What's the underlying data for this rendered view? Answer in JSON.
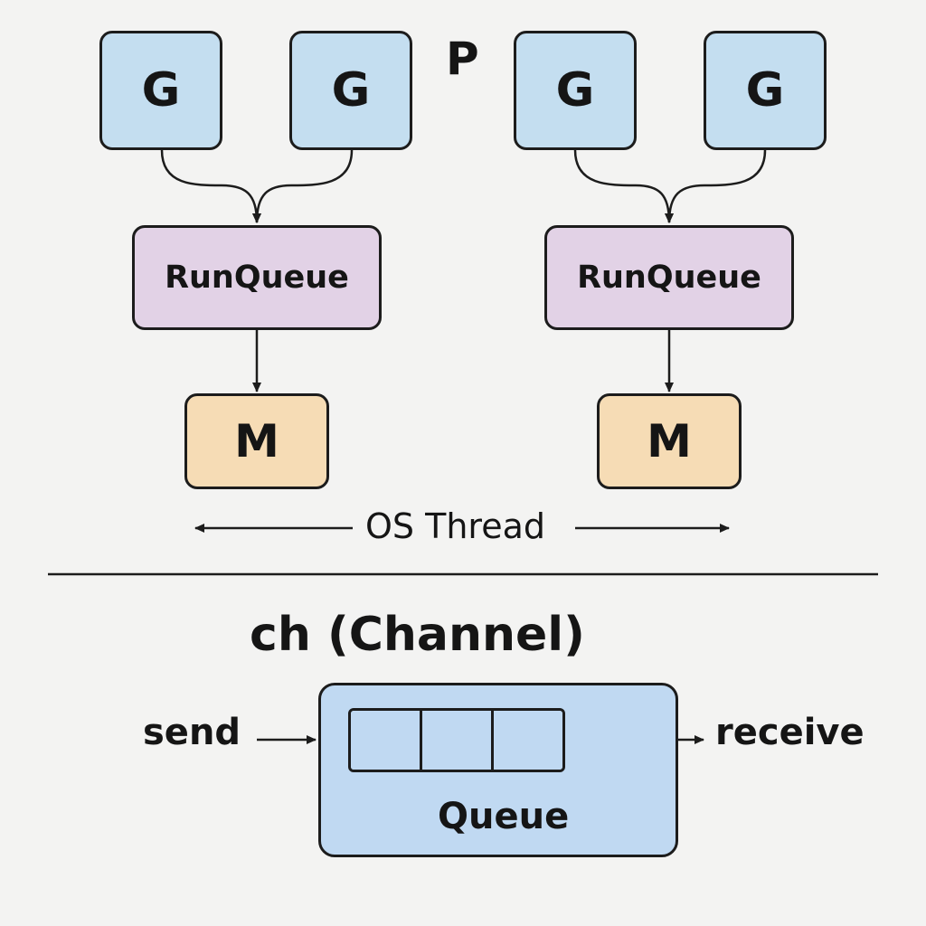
{
  "scheduler": {
    "p_label": "P",
    "left_group": {
      "goroutines": [
        "G",
        "G"
      ],
      "run_queue": "RunQueue",
      "machine": "M"
    },
    "right_group": {
      "goroutines": [
        "G",
        "G"
      ],
      "run_queue": "RunQueue",
      "machine": "M"
    },
    "os_thread_label": "OS Thread"
  },
  "channel": {
    "title": "ch (Channel)",
    "send_label": "send",
    "receive_label": "receive",
    "queue_label": "Queue",
    "buffer_slots": 3
  },
  "colors": {
    "goroutine": "#c4def0",
    "run_queue": "#e2d2e6",
    "machine": "#f6dcb5",
    "channel": "#c0d9f2",
    "stroke": "#1c1c1c"
  }
}
